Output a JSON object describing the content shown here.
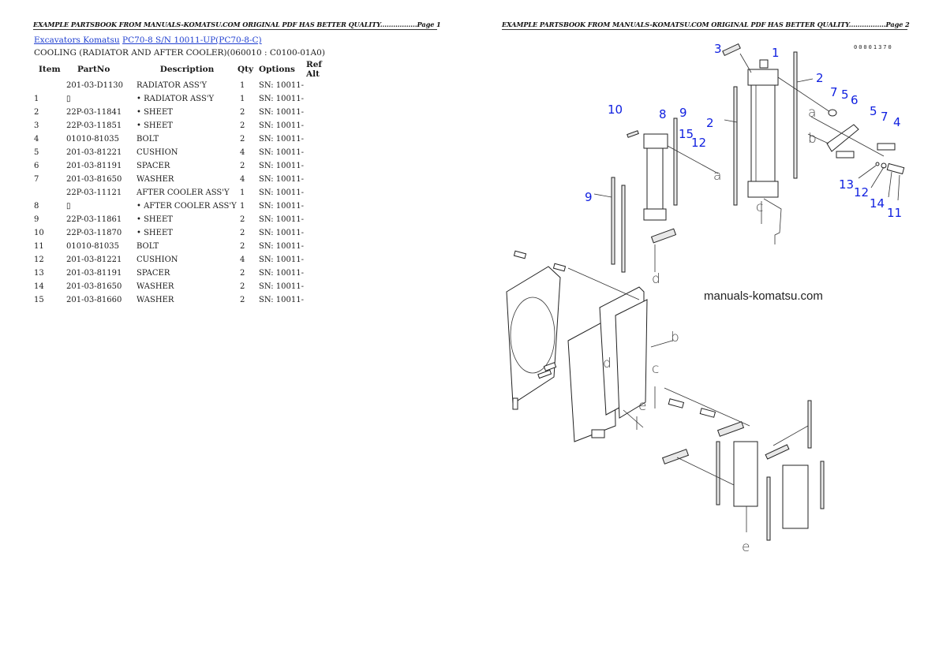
{
  "pages": [
    {
      "header": "EXAMPLE PARTSBOOK FROM MANUALS-KOMATSU.COM ORIGINAL PDF HAS BETTER QUALITY.................Page 1"
    },
    {
      "header": "EXAMPLE PARTSBOOK FROM MANUALS-KOMATSU.COM ORIGINAL PDF HAS BETTER QUALITY.................Page 2"
    }
  ],
  "breadcrumb": {
    "category_link": "Excavators Komatsu",
    "model_link": "PC70-8 S/N 10011-UP(PC70-8-C)"
  },
  "section_title": "COOLING (RADIATOR AND AFTER COOLER)(060010 : C0100-01A0)",
  "table": {
    "columns": [
      "Item",
      "PartNo",
      "Description",
      "Qty",
      "Options",
      "Ref Alt"
    ],
    "rows": [
      {
        "item": "",
        "part_no": "201-03-D1130",
        "description": "RADIATOR ASS'Y",
        "qty": "1",
        "options": "SN: 10011-",
        "ref_alt": ""
      },
      {
        "item": "1",
        "part_no": "▯",
        "description": "• RADIATOR ASS'Y",
        "qty": "1",
        "options": "SN: 10011-",
        "ref_alt": ""
      },
      {
        "item": "2",
        "part_no": "22P-03-11841",
        "description": "• SHEET",
        "qty": "2",
        "options": "SN: 10011-",
        "ref_alt": ""
      },
      {
        "item": "3",
        "part_no": "22P-03-11851",
        "description": "• SHEET",
        "qty": "2",
        "options": "SN: 10011-",
        "ref_alt": ""
      },
      {
        "item": "4",
        "part_no": "01010-81035",
        "description": "BOLT",
        "qty": "2",
        "options": "SN: 10011-",
        "ref_alt": ""
      },
      {
        "item": "5",
        "part_no": "201-03-81221",
        "description": "CUSHION",
        "qty": "4",
        "options": "SN: 10011-",
        "ref_alt": ""
      },
      {
        "item": "6",
        "part_no": "201-03-81191",
        "description": "SPACER",
        "qty": "2",
        "options": "SN: 10011-",
        "ref_alt": ""
      },
      {
        "item": "7",
        "part_no": "201-03-81650",
        "description": "WASHER",
        "qty": "4",
        "options": "SN: 10011-",
        "ref_alt": ""
      },
      {
        "item": "",
        "part_no": "22P-03-11121",
        "description": "AFTER COOLER ASS'Y",
        "qty": "1",
        "options": "SN: 10011-",
        "ref_alt": ""
      },
      {
        "item": "8",
        "part_no": "▯",
        "description": "• AFTER COOLER ASS'Y",
        "qty": "1",
        "options": "SN: 10011-",
        "ref_alt": ""
      },
      {
        "item": "9",
        "part_no": "22P-03-11861",
        "description": "• SHEET",
        "qty": "2",
        "options": "SN: 10011-",
        "ref_alt": ""
      },
      {
        "item": "10",
        "part_no": "22P-03-11870",
        "description": "• SHEET",
        "qty": "2",
        "options": "SN: 10011-",
        "ref_alt": ""
      },
      {
        "item": "11",
        "part_no": "01010-81035",
        "description": "BOLT",
        "qty": "2",
        "options": "SN: 10011-",
        "ref_alt": ""
      },
      {
        "item": "12",
        "part_no": "201-03-81221",
        "description": "CUSHION",
        "qty": "4",
        "options": "SN: 10011-",
        "ref_alt": ""
      },
      {
        "item": "13",
        "part_no": "201-03-81191",
        "description": "SPACER",
        "qty": "2",
        "options": "SN: 10011-",
        "ref_alt": ""
      },
      {
        "item": "14",
        "part_no": "201-03-81650",
        "description": "WASHER",
        "qty": "2",
        "options": "SN: 10011-",
        "ref_alt": ""
      },
      {
        "item": "15",
        "part_no": "201-03-81660",
        "description": "WASHER",
        "qty": "2",
        "options": "SN: 10011-",
        "ref_alt": ""
      }
    ]
  },
  "diagram": {
    "drawing_code": "00001370",
    "watermark": "manuals-komatsu.com",
    "callouts": [
      "1",
      "2",
      "2",
      "3",
      "4",
      "5",
      "5",
      "6",
      "7",
      "7",
      "8",
      "9",
      "9",
      "10",
      "11",
      "12",
      "12",
      "13",
      "14",
      "15"
    ],
    "reference_letters": [
      "a",
      "a",
      "b",
      "b",
      "c",
      "c",
      "d",
      "d",
      "e",
      "e"
    ],
    "colors": {
      "callout": "#1020e0",
      "link": "#1f3fd0"
    }
  }
}
